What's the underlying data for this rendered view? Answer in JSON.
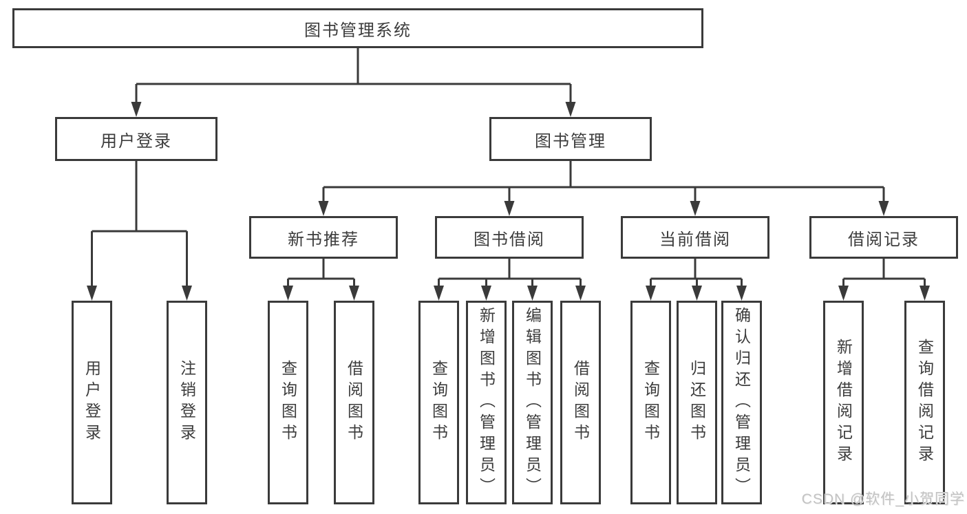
{
  "diagram": {
    "root": {
      "label": "图书管理系统"
    },
    "level2": {
      "user_login": {
        "label": "用户登录"
      },
      "book_management": {
        "label": "图书管理"
      }
    },
    "level3": {
      "new_book_recommend": {
        "label": "新书推荐"
      },
      "book_borrowing": {
        "label": "图书借阅"
      },
      "current_borrowing": {
        "label": "当前借阅"
      },
      "borrowing_records": {
        "label": "借阅记录"
      }
    },
    "leaves": {
      "user_login": [
        "用户登录",
        "注销登录"
      ],
      "new_book_recommend": [
        "查询图书",
        "借阅图书"
      ],
      "book_borrowing": [
        "查询图书",
        "新增图书（管理员）",
        "编辑图书（管理员）",
        "借阅图书"
      ],
      "current_borrowing": [
        "查询图书",
        "归还图书",
        "确认归还（管理员）"
      ],
      "borrowing_records": [
        "新增借阅记录",
        "查询借阅记录"
      ]
    }
  },
  "watermark": {
    "text": "CSDN @软件_小贺同学"
  },
  "colors": {
    "line": "#3a3a3a",
    "box_border": "#3a3a3a",
    "text": "#3c3c3c",
    "watermark": "#c3c3c3",
    "background": "#ffffff"
  }
}
